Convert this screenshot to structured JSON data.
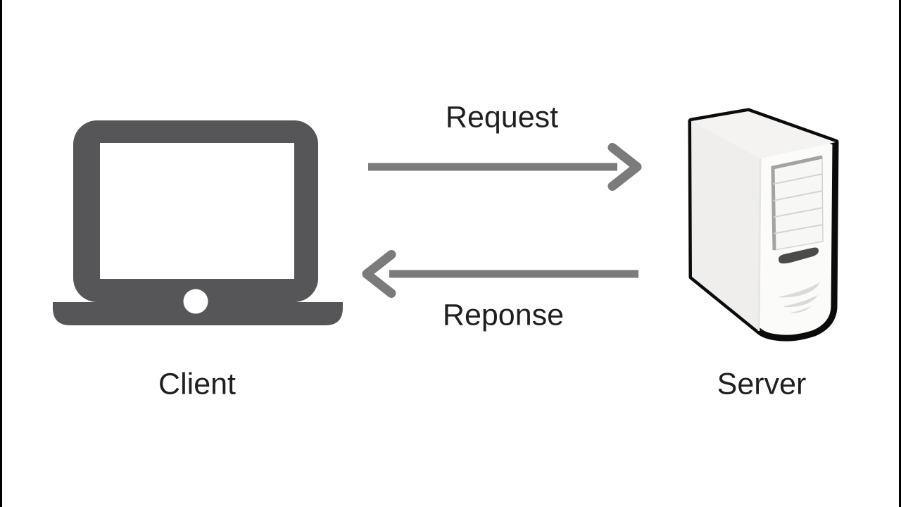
{
  "diagram": {
    "nodes": [
      {
        "id": "client",
        "label": "Client",
        "icon": "laptop-icon"
      },
      {
        "id": "server",
        "label": "Server",
        "icon": "server-tower-icon"
      }
    ],
    "edges": [
      {
        "id": "request",
        "label": "Request",
        "from": "Client",
        "to": "Server",
        "direction": "right"
      },
      {
        "id": "response",
        "label": "Reponse",
        "from": "Server",
        "to": "Client",
        "direction": "left"
      }
    ]
  },
  "colors": {
    "background": "#ffffff",
    "edge-bar": "#000000",
    "laptop-gray": "#565659",
    "arrow-gray": "#7b7b7b",
    "text-ink": "#1f1f1f",
    "server-outline": "#0b0b0b",
    "server-front": "#fbfbfa",
    "server-side": "#efeeec",
    "server-top": "#f4f3f1",
    "server-panel-fill": "#f7f7f5",
    "server-panel-border": "#a3a3a1",
    "server-panel-line": "#d4d4d2",
    "server-slot": "#4b4b4b",
    "server-vent": "#dbdad8"
  }
}
